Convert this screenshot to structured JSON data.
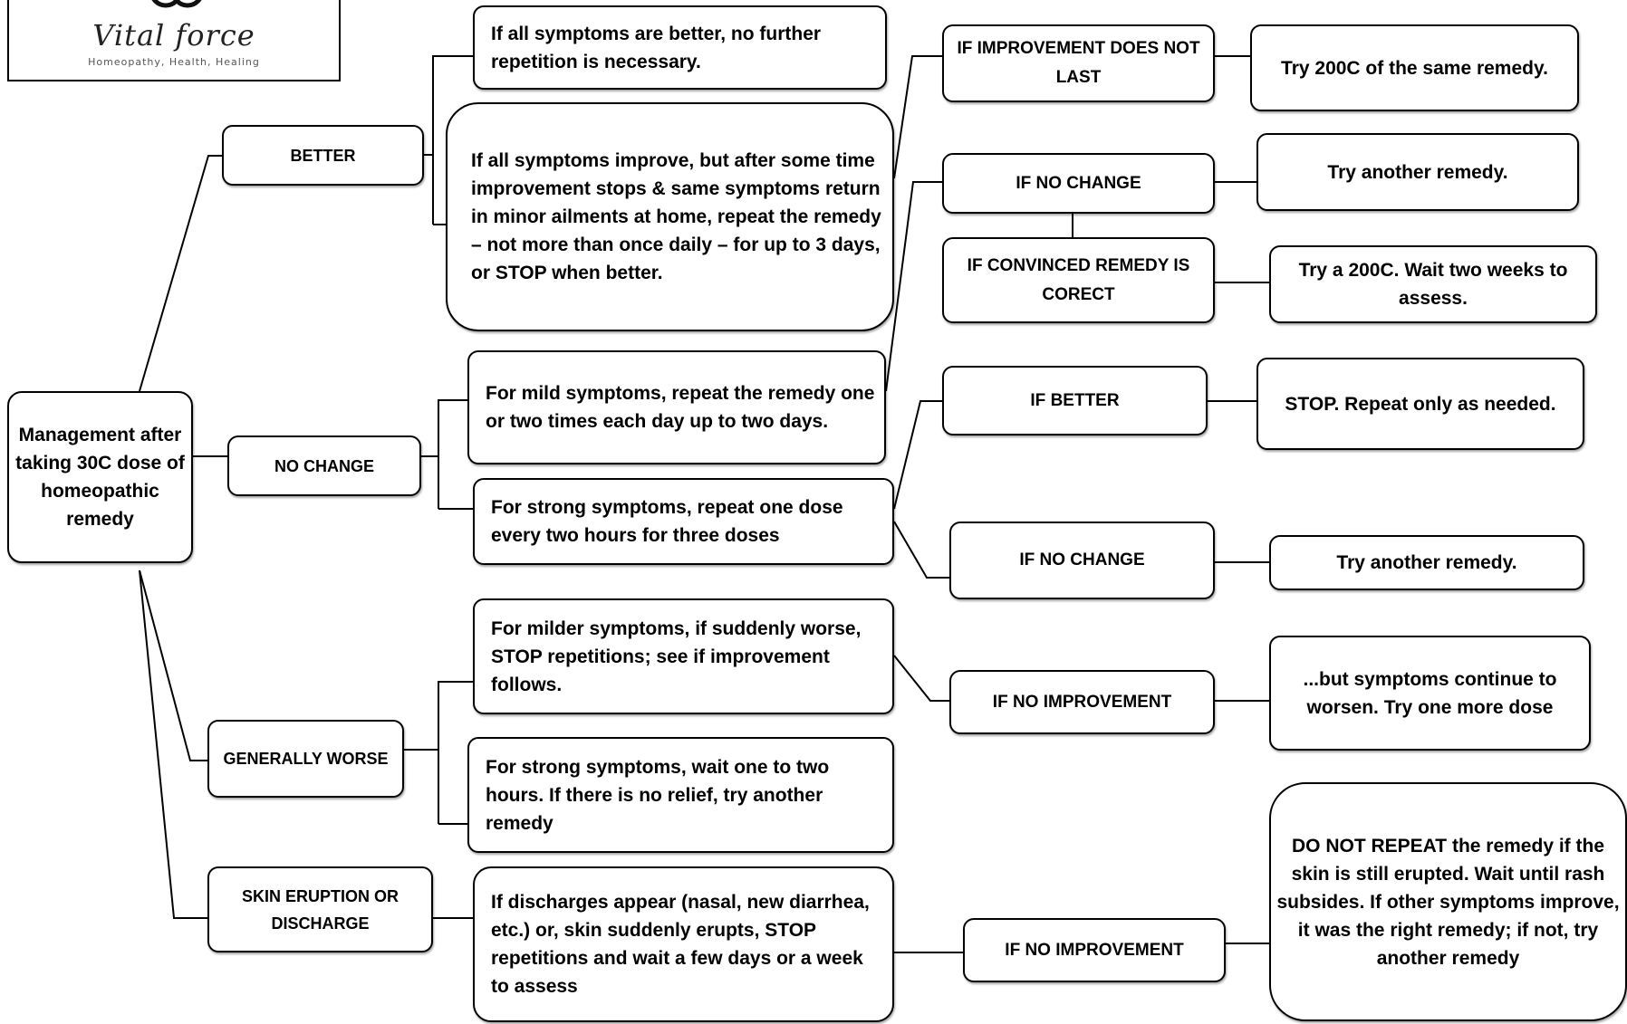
{
  "logo": {
    "name": "Vital force",
    "tagline": "Homeopathy, Health, Healing"
  },
  "root": {
    "label": "Management after taking 30C dose of homeopathic remedy"
  },
  "categories": {
    "better": "BETTER",
    "no_change": "NO CHANGE",
    "generally_worse": "GENERALLY WORSE",
    "skin": "SKIN ERUPTION OR DISCHARGE"
  },
  "actions": {
    "better_1": "If all symptoms are better, no further repetition is necessary.",
    "better_2": "If all symptoms improve, but after some time improvement stops & same symptoms return in minor ailments at home, repeat the remedy – not more than once daily – for up to 3 days, or STOP when better.",
    "nochange_mild": "For mild symptoms, repeat the remedy one or two times each day up to two days.",
    "nochange_strong": "For strong symptoms, repeat one dose every two hours for three doses",
    "worse_milder": "For milder symptoms, if suddenly worse, STOP repetitions; see if improvement follows.",
    "worse_strong": "For strong symptoms, wait one to two hours.  If there is no relief, try another remedy",
    "skin_1": "If discharges appear (nasal, new diarrhea, etc.) or, skin suddenly erupts, STOP repetitions and wait a few days or a week to assess"
  },
  "conditions": {
    "improvement_not_last": "IF IMPROVEMENT DOES NOT LAST",
    "no_change_1": "IF NO CHANGE",
    "convinced": "IF CONVINCED REMEDY IS CORECT",
    "if_better": "IF BETTER",
    "no_change_2": "IF NO CHANGE",
    "no_improvement_1": "IF NO IMPROVEMENT",
    "no_improvement_2": "IF NO IMPROVEMENT"
  },
  "outcomes": {
    "try_200c": "Try 200C of the same remedy.",
    "try_another_1": "Try another remedy.",
    "try_200c_wait": "Try a 200C.  Wait two weeks to assess.",
    "stop_repeat": "STOP.  Repeat only as needed.",
    "try_another_2": "Try another remedy.",
    "worsen": "...but symptoms continue to worsen.  Try one more dose",
    "do_not_repeat": "DO NOT REPEAT the remedy if the skin is still erupted.  Wait until rash subsides.  If other symptoms improve, it was the right remedy; if not, try another remedy"
  }
}
